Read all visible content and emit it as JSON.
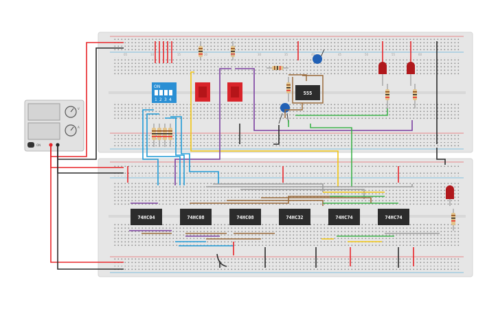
{
  "power_supply": {
    "button_label": "ON"
  },
  "dip_switch": {
    "on_label": "ON",
    "positions": [
      "1",
      "2",
      "3",
      "4"
    ]
  },
  "timer": {
    "label": "555"
  },
  "chips": [
    {
      "label": "74HC04"
    },
    {
      "label": "74HC08"
    },
    {
      "label": "74HC08"
    },
    {
      "label": "74HC32"
    },
    {
      "label": "74HC74"
    },
    {
      "label": "74HC74"
    }
  ],
  "breadboard_column_labels": [
    "05",
    "10",
    "15",
    "20",
    "25",
    "30",
    "35",
    "40",
    "45",
    "50",
    "55",
    "60"
  ],
  "colors": {
    "board": "#e6e6e6",
    "wire_red": "#e8262a",
    "wire_black": "#2a2a2a",
    "wire_blue": "#1f9ad6",
    "wire_purple": "#7b3fa0",
    "wire_yellow": "#f2c511",
    "wire_green": "#3db34a",
    "wire_brown": "#9a6a3a",
    "wire_gray": "#9b9b9b",
    "dip_blue": "#2a8fd4",
    "button_red": "#d9242a",
    "chip": "#2c2c2c"
  }
}
